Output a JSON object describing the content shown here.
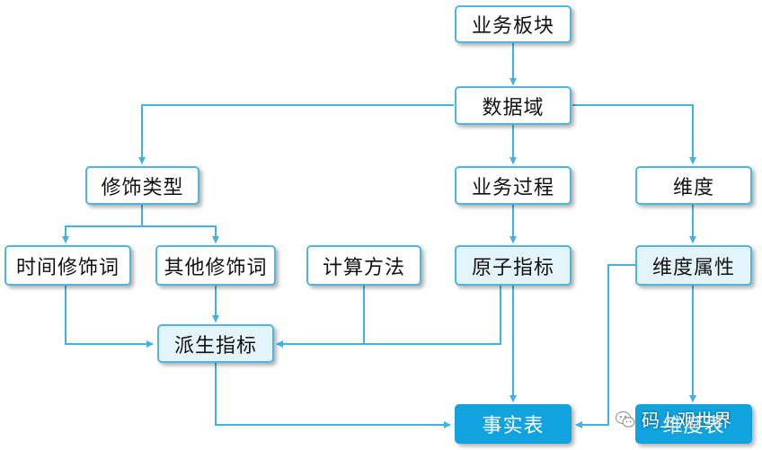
{
  "nodes": {
    "business_segment": "业务板块",
    "data_domain": "数据域",
    "modifier_type": "修饰类型",
    "business_process": "业务过程",
    "dimension": "维度",
    "time_modifier": "时间修饰词",
    "other_modifier": "其他修饰词",
    "calculation_method": "计算方法",
    "atomic_metric": "原子指标",
    "dimension_attribute": "维度属性",
    "derived_metric": "派生指标",
    "fact_table": "事实表",
    "dimension_table": "维度表"
  },
  "watermark": {
    "text": "码上观世界",
    "icon": "wechat-icon"
  },
  "colors": {
    "border": "#4fb6de",
    "arrow": "#41b3e0",
    "light_fill": "#e3f4fb",
    "filled": "#10a3e0"
  }
}
